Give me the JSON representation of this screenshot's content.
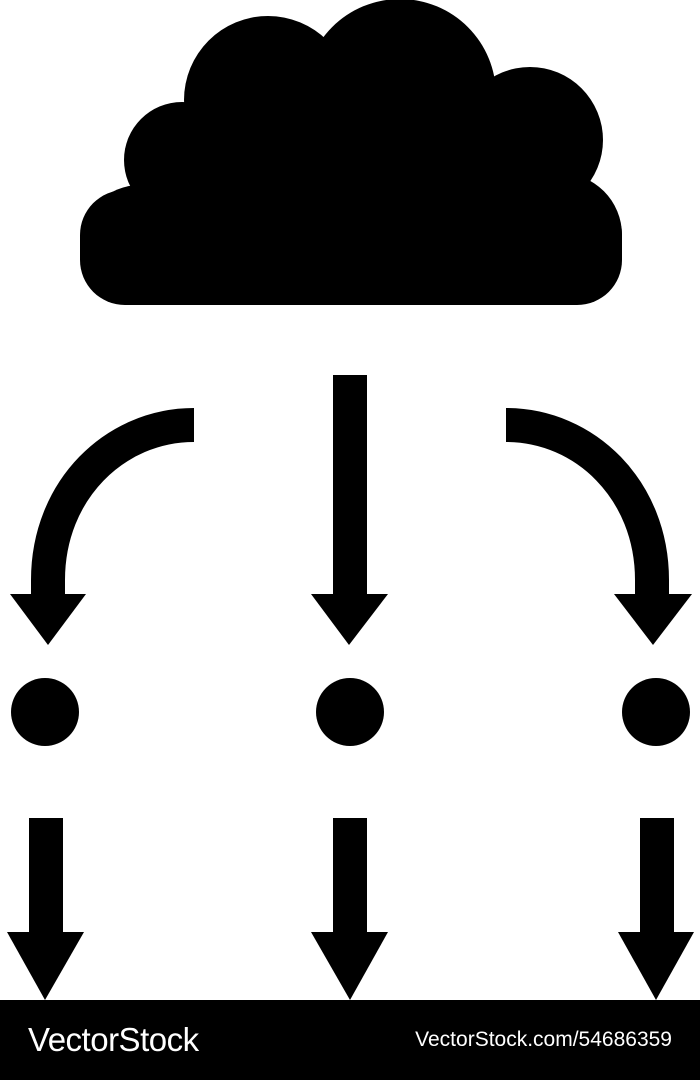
{
  "footer": {
    "brand": "VectorStock",
    "stock_id": "VectorStock.com/54686359",
    "background": "#000000",
    "text_color": "#ffffff"
  },
  "icon": {
    "fill": "#000000",
    "background": "#ffffff",
    "elements": [
      "cloud-icon",
      "curved-arrow-left",
      "straight-arrow-center",
      "curved-arrow-right",
      "node-dots",
      "down-arrows"
    ]
  }
}
